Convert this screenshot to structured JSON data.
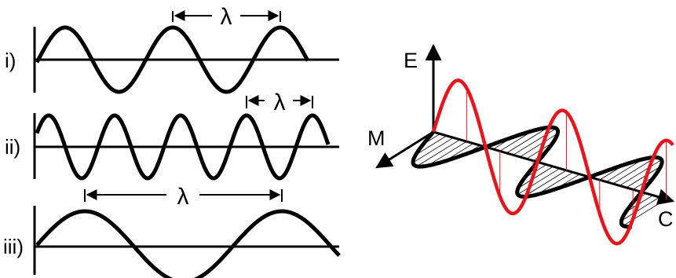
{
  "left_panel": {
    "rows": [
      {
        "label": "i)",
        "wavelength_symbol": "λ"
      },
      {
        "label": "ii)",
        "wavelength_symbol": "λ"
      },
      {
        "label": "iii)",
        "wavelength_symbol": "λ"
      }
    ]
  },
  "right_panel": {
    "axes": {
      "electric": "E",
      "magnetic": "M",
      "propagation": "C"
    }
  },
  "colors": {
    "electric_wave": "#e8141e",
    "magnetic_wave": "#000000",
    "lines": "#000000",
    "background": "#ffffff"
  }
}
